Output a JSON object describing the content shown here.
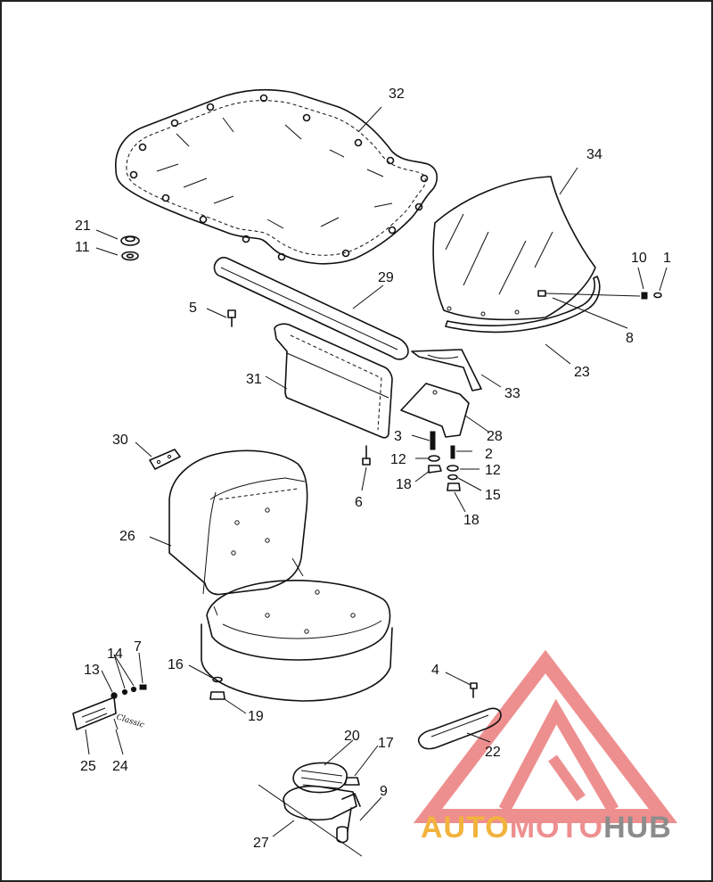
{
  "labels": {
    "p1": "1",
    "p2": "2",
    "p3": "3",
    "p4": "4",
    "p5": "5",
    "p6": "6",
    "p7": "7",
    "p8": "8",
    "p9": "9",
    "p10": "10",
    "p11": "11",
    "p12a": "12",
    "p12b": "12",
    "p13": "13",
    "p14": "14",
    "p15": "15",
    "p16": "16",
    "p17": "17",
    "p18a": "18",
    "p18b": "18",
    "p19": "19",
    "p20": "20",
    "p21": "21",
    "p22": "22",
    "p23": "23",
    "p24": "24",
    "p25": "25",
    "p26": "26",
    "p27": "27",
    "p28": "28",
    "p29": "29",
    "p30": "30",
    "p31": "31",
    "p32": "32",
    "p33": "33",
    "p34": "34"
  },
  "emblem_text": "Classic",
  "watermark": {
    "part1": "AUTO",
    "part2": "MOTO",
    "part3": "HUB",
    "colors": {
      "auto": "#f2b33d",
      "moto": "#ee8f8f",
      "hub": "#8c8c8c",
      "logo": "#ee8f8f"
    }
  }
}
